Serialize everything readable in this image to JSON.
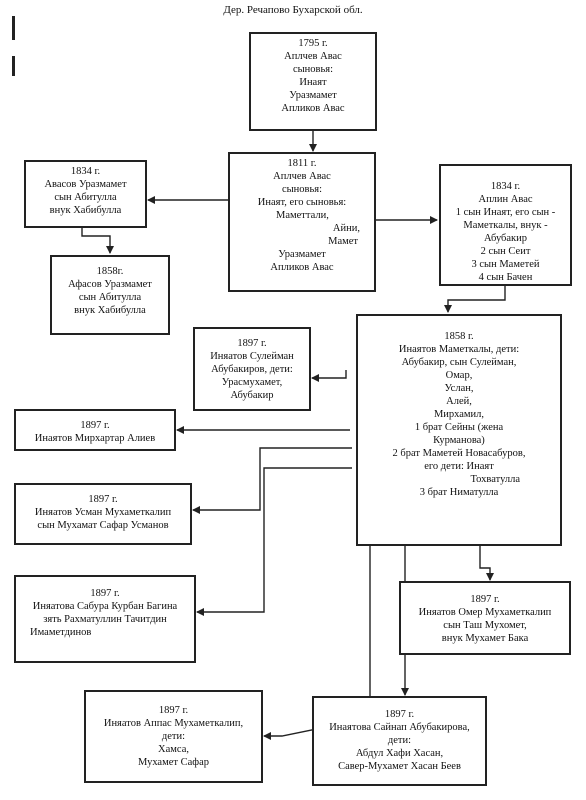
{
  "header": "Дер. Речапово Бухарской обл.",
  "boxes": {
    "b1795": {
      "lines": [
        "1795 г.",
        "Аплчев Авас",
        "сыновья:",
        "Инаят",
        "Уразмамет",
        "Апликов Авас"
      ]
    },
    "b1811": {
      "lines": [
        "1811 г.",
        "Аплчев Авас",
        "сыновья:",
        "Инаят, его сыновья:",
        "Маметтали,",
        "Айни,",
        "Мамет",
        "Уразмамет",
        "Апликов Авас"
      ]
    },
    "b1834a": {
      "lines": [
        "1834 г.",
        "Авасов Уразмамет",
        "сын Абитулла",
        "внук Хабибулла"
      ]
    },
    "b1858a": {
      "lines": [
        "1858г.",
        "Афасов Уразмамет",
        "сын Абитулла",
        "внук Хабибулла"
      ]
    },
    "b1834b": {
      "lines": [
        "1834 г.",
        "Аплин Авас",
        "1 сын Инаят, его сын -",
        "Маметкалы, внук -",
        "Абубакир",
        "2 сын Сеит",
        "3 сын Маметей",
        "4 сын Бачен"
      ]
    },
    "b1858": {
      "lines": [
        "1858 г.",
        "Инаятов Маметкалы, дети:",
        "Абубакир, сын Сулейман,",
        "Омар,",
        "Услан,",
        "Алей,",
        "Мирхамил,",
        "1 брат Сейны (жена",
        "Курманова)",
        "2 брат Маметей Новасабуров,",
        "его дети: Инаят",
        "Тохватулла",
        "3 брат Ниматулла"
      ]
    },
    "b1897a": {
      "lines": [
        "1897 г.",
        "Иняатов Сулейман",
        "Абубакиров, дети:",
        "Урасмухамет,",
        "Абубакир"
      ]
    },
    "b1897b": {
      "lines": [
        "1897 г.",
        "Инаятов Мирхартар Алиев"
      ]
    },
    "b1897c": {
      "lines": [
        "1897 г.",
        "Иняатов Усман Мухаметкалип",
        "сын Мухамат Сафар Усманов"
      ]
    },
    "b1897d": {
      "lines": [
        "1897 г.",
        "Иняатова Сабура Курбан Багина",
        "зять Рахматуллин Тачитдин",
        "Имаметдинов"
      ]
    },
    "b1897e": {
      "lines": [
        "1897 г.",
        "Иняатов Омер Мухаметкалип",
        "сын Таш Мухомет,",
        "внук Мухамет Бака"
      ]
    },
    "b1897f": {
      "lines": [
        "1897 г.",
        "Иняатов Аппас Мухаметкалип,",
        "дети:",
        "Хамса,",
        "Мухамет Сафар"
      ]
    },
    "b1897g": {
      "lines": [
        "1897 г.",
        "Инаятова Сайнап Абубакирова,",
        "дети:",
        "Абдул Хафи Хасан,",
        "Савер-Мухамет Хасан Беев"
      ]
    }
  }
}
